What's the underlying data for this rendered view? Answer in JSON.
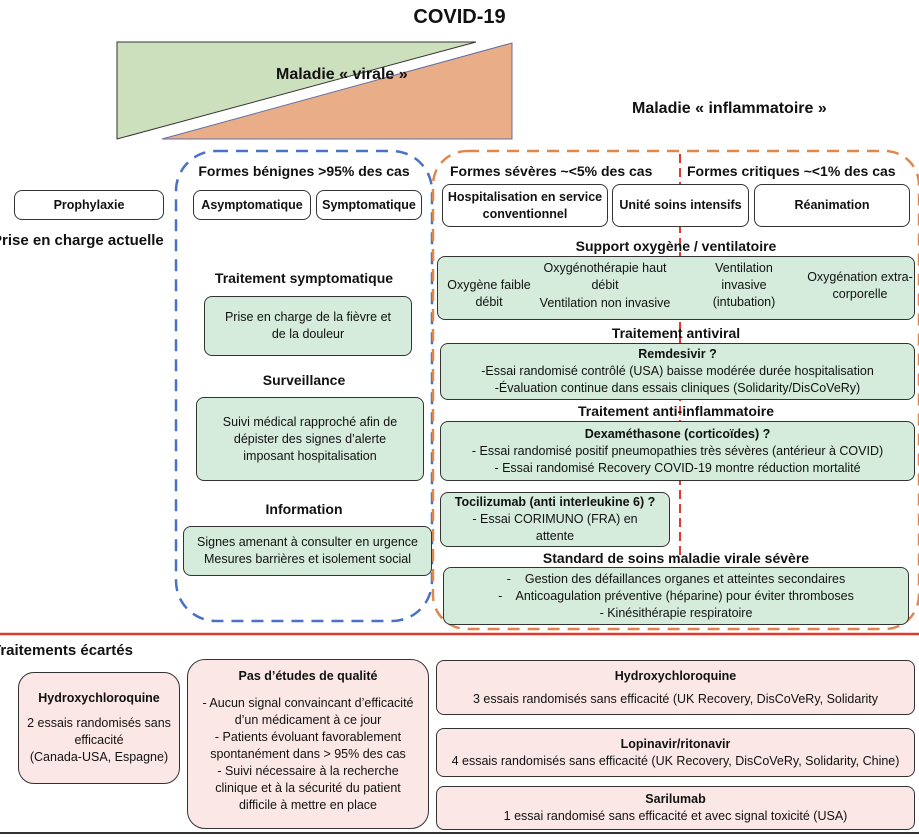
{
  "title": "COVID-19",
  "phases": {
    "viral": "Maladie « virale »",
    "inflammatory": "Maladie « inflammatoire »"
  },
  "colors": {
    "viral_fill": "#cde0bd",
    "inflammatory_fill": "#e9ad87",
    "benign_dash": "#4a72c4",
    "severe_dash": "#e0874f",
    "divider_red": "#e03a2e",
    "green_box": "#d5ecdc",
    "pink_box": "#fbe8e6"
  },
  "left": {
    "prophylaxie": "Prophylaxie",
    "prise_en_charge": "Prise en charge actuelle"
  },
  "benign": {
    "header": "Formes bénignes >95% des cas",
    "asymptomatique": "Asymptomatique",
    "symptomatique": "Symptomatique",
    "sections": [
      {
        "title": "Traitement symptomatique",
        "lines": [
          "Prise en charge de la fièvre et",
          "de la douleur"
        ]
      },
      {
        "title": "Surveillance",
        "lines": [
          "Suivi médical rapproché afin de",
          "dépister des signes d’alerte",
          "imposant hospitalisation"
        ]
      },
      {
        "title": "Information",
        "lines": [
          "Signes amenant à consulter en urgence",
          "Mesures barrières et isolement social"
        ]
      }
    ]
  },
  "severe": {
    "header_severe": "Formes sévères ~<5% des cas",
    "header_critical": "Formes critiques ~<1% des cas",
    "care_levels": [
      "Hospitalisation en service conventionnel",
      "Unité soins intensifs",
      "Réanimation"
    ],
    "oxygen": {
      "title": "Support oxygène / ventilatoire",
      "items": [
        "Oxygène faible débit",
        "Oxygénothérapie haut débit",
        "Ventilation non invasive",
        "Ventilation invasive (intubation)",
        "Oxygénation extra-corporelle"
      ]
    },
    "antiviral": {
      "title": "Traitement antiviral",
      "drug": "Remdesivir ?",
      "lines": [
        "-Essai randomisé contrôlé (USA) baisse modérée durée hospitalisation",
        "-Évaluation continue dans essais cliniques (Solidarity/DisCoVeRy)"
      ]
    },
    "anti_inflammatory": {
      "title": "Traitement anti-inflammatoire",
      "drug": "Dexaméthasone (corticoïdes) ?",
      "lines": [
        "- Essai randomisé positif pneumopathies très sévères (antérieur à COVID)",
        "- Essai randomisé Recovery COVID-19 montre réduction mortalité"
      ]
    },
    "tocilizumab": {
      "drug": "Tocilizumab (anti interleukine 6) ?",
      "lines": [
        "- Essai CORIMUNO (FRA) en",
        "attente"
      ]
    },
    "standard": {
      "title": "Standard de soins maladie virale sévère",
      "lines": [
        "-    Gestion des défaillances organes et atteintes secondaires",
        "-    Anticoagulation préventive (héparine) pour éviter thromboses",
        "- Kinésithérapie respiratoire"
      ]
    }
  },
  "rejected": {
    "title": "Traitements écartés",
    "hcq_left": {
      "drug": "Hydroxychloroquine",
      "lines": [
        "2 essais randomisés sans",
        "efficacité",
        "(Canada-USA, Espagne)"
      ]
    },
    "no_quality": {
      "title": "Pas d’études de qualité",
      "lines": [
        "- Aucun signal convaincant d’efficacité",
        "d’un médicament à ce jour",
        "- Patients évoluant favorablement",
        "spontanément dans > 95% des cas",
        "- Suivi nécessaire à la recherche",
        "clinique et à la sécurité du patient",
        "difficile à mettre en place"
      ]
    },
    "right": [
      {
        "drug": "Hydroxychloroquine",
        "text": "3 essais randomisés sans efficacité (UK Recovery, DisCoVeRy, Solidarity"
      },
      {
        "drug": "Lopinavir/ritonavir",
        "text": "4 essais randomisés sans efficacité (UK Recovery, DisCoVeRy, Solidarity, Chine)"
      },
      {
        "drug": "Sarilumab",
        "text": "1 essai randomisé sans efficacité et avec signal toxicité (USA)"
      }
    ]
  }
}
